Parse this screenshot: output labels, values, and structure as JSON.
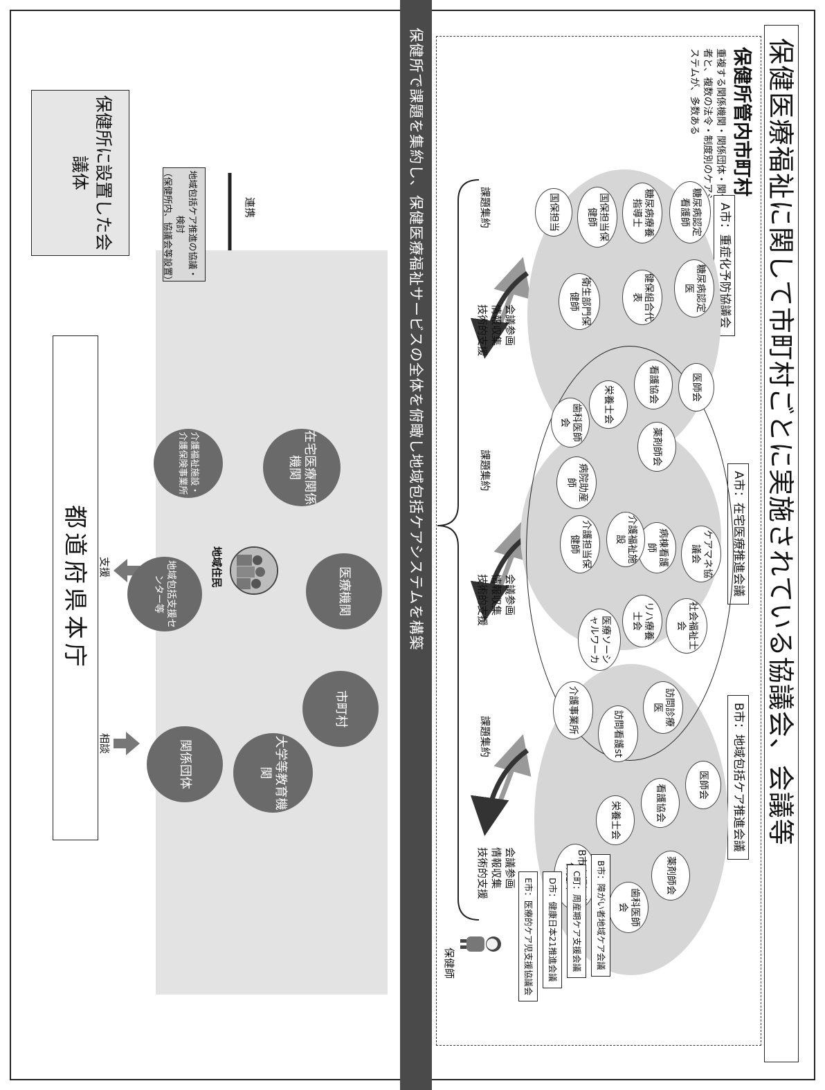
{
  "title": "保健医療福祉に関して市町村ごとに実施されている協議会、会議等",
  "municipalities": {
    "title": "保健所管内市町村",
    "note": "重複する関係機関・関係団体・関係者と、複数の法令・制度別のケアシステムが、多数ある"
  },
  "councils": [
    {
      "label": "A市：重症化予防協議会",
      "nodes": [
        "糖尿病認定看護師",
        "糖尿病認定医",
        "糖尿病療養指導士",
        "健保組合代表",
        "国保担当保健師",
        "国保担当",
        "衛生部門保健師"
      ]
    },
    {
      "label": "A市：在宅医療推進会議",
      "nodes": [
        "医師会",
        "看護協会",
        "薬剤師会",
        "栄養士会",
        "歯科医師会",
        "病院助産師",
        "ケアマネ協議会",
        "病棟看護師",
        "介護福祉施設",
        "介護担当保健師"
      ]
    },
    {
      "label": "B市：地域包括ケア推進会議",
      "nodes": [
        "社会福祉士会",
        "リハ療養士会",
        "医療ソーシャルワーカ",
        "訪問診療医",
        "訪問看護st",
        "介護事業所",
        "医師会",
        "看護協会",
        "栄養士会",
        "薬剤師会",
        "歯科医師会",
        "B市介護担当保健師"
      ]
    }
  ],
  "other_conferences": [
    "B市：障がい者地域ケア会議",
    "C町：周産期ケア支援会議",
    "D市：健康日本21推進会議",
    "E市：医療的ケア児支援協議会"
  ],
  "public_health_nurse": "保健師",
  "support_up": "会議参画\n情報収集\n技術的支援",
  "issue_collect": "課題集約",
  "bar_text": "保健所で課題を集約し、保健医療福祉サービスの全体を俯瞰し地域包括ケアシステムを構築",
  "hc_meeting": {
    "line1": "地域包括ケア推進の協議・検討",
    "line2": "（保健所内、協議会等設置）"
  },
  "network": {
    "center": "地域住民",
    "nodes": [
      "医療機関",
      "市町村",
      "大学等教育機関",
      "関係団体",
      "地域包括支援センター等",
      "介護福祉施設・介護保険事業所",
      "在宅医療関係機関"
    ]
  },
  "renkei": "連携",
  "hc_body": "保健所に設置した会議体",
  "support": "支援",
  "consult": "相談",
  "prefecture": "都道府県本庁",
  "colors": {
    "bar": "#4a4a4a",
    "node_circle": "#6a6a6a",
    "ellipse_fill": "#d6d6d6",
    "area_fill": "#e3e3e3"
  }
}
